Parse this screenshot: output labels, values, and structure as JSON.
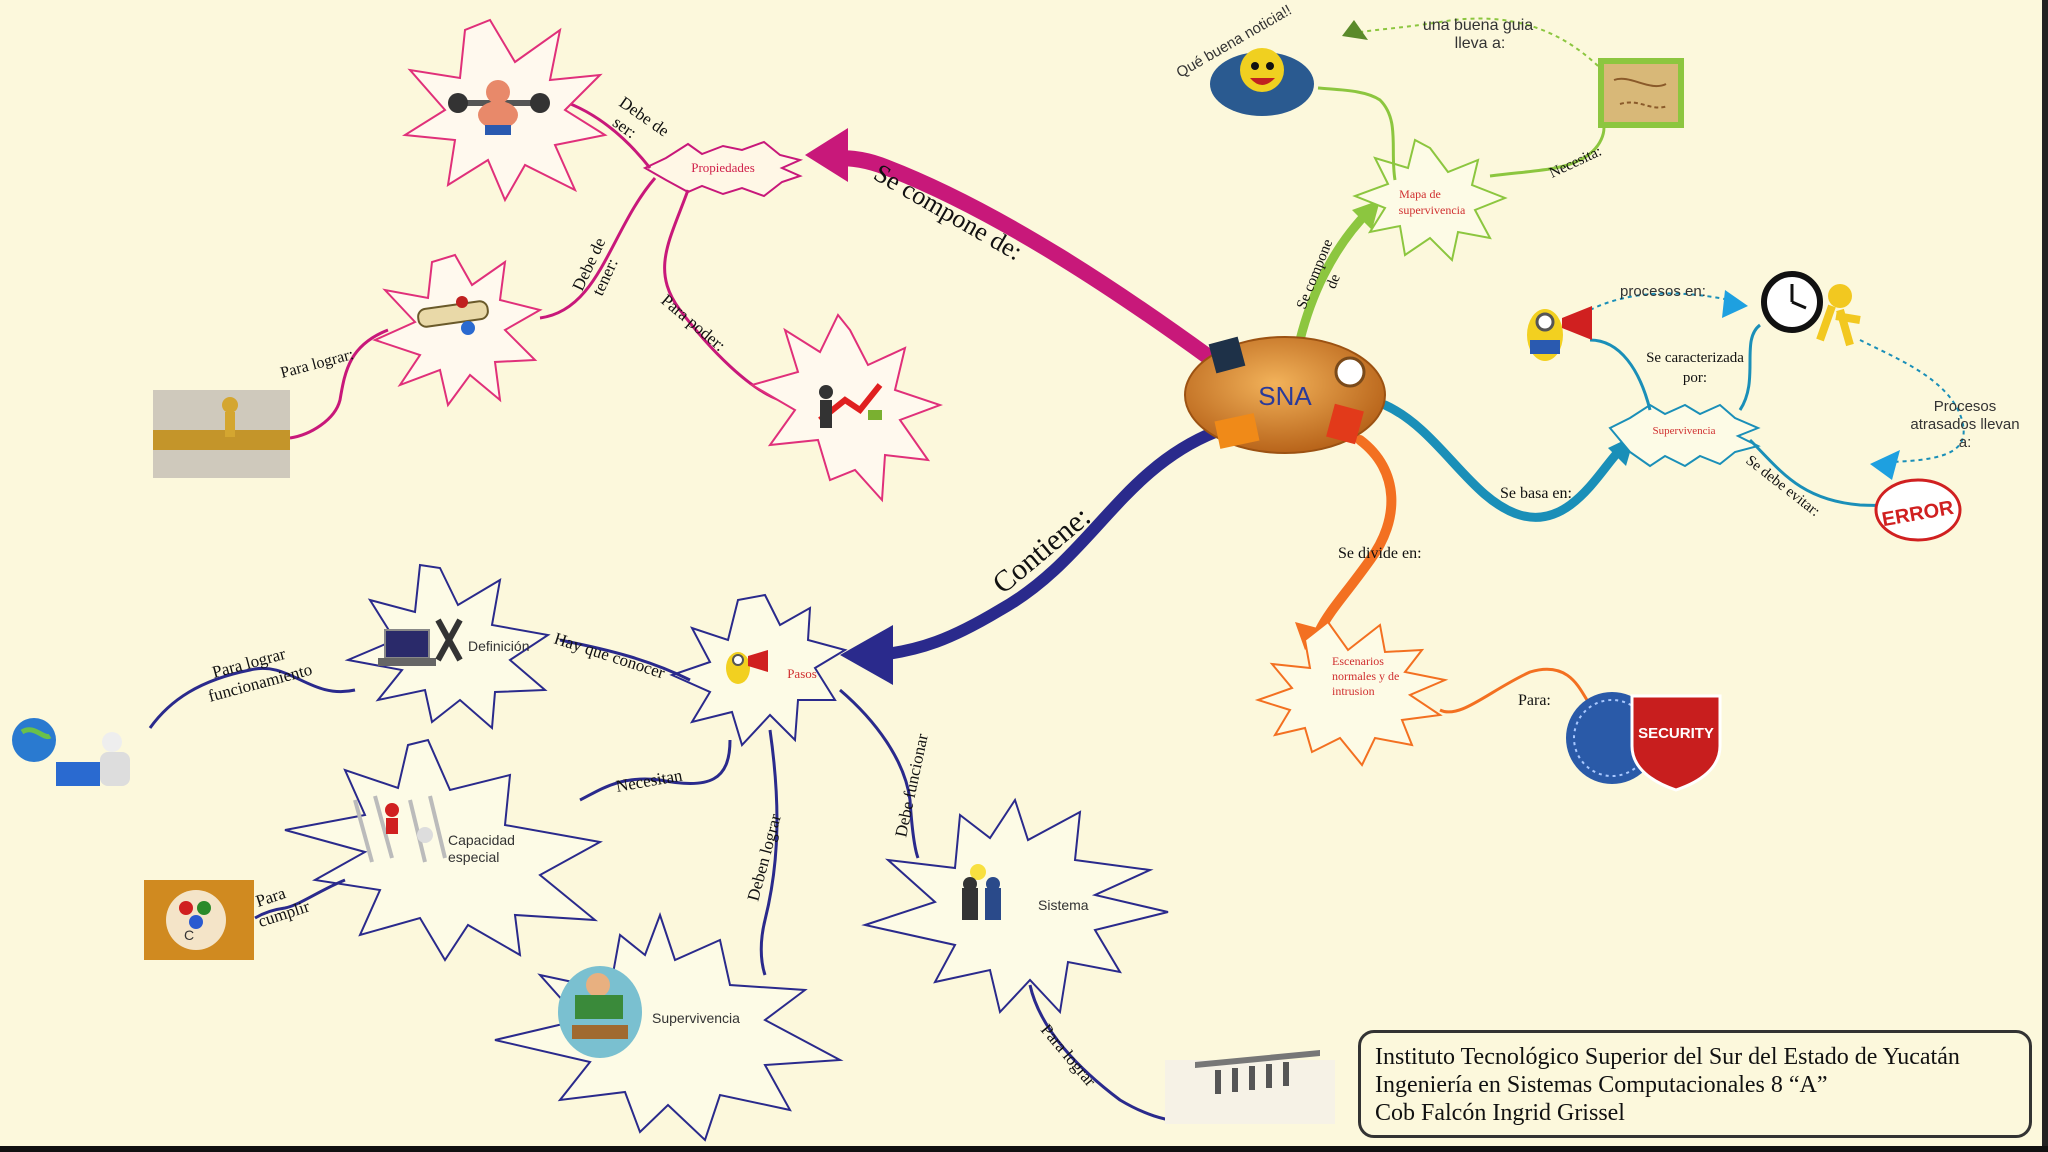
{
  "center": {
    "label": "SNA"
  },
  "branches": {
    "se_compone_de": "Se compone de:",
    "se_compone_de_green": [
      "Se compone",
      "de"
    ],
    "contiene": "Contiene:",
    "se_divide_en": "Se divide en:",
    "se_basa_en": "Se basa en:"
  },
  "nodes": {
    "propiedades": "Propiedades",
    "mapa_supervivencia": [
      "Mapa de",
      "supervivencia"
    ],
    "supervivencia_right": "Supervivencia",
    "escenarios": [
      "Escenarios",
      "normales y de",
      "intrusion"
    ],
    "pasos": "Pasos",
    "definicion": "Definición",
    "capacidad": [
      "Capacidad",
      "especial"
    ],
    "supervivencia_bottom": "Supervivencia",
    "sistema": "Sistema"
  },
  "links": {
    "debe_de_ser": [
      "Debe de",
      "ser:"
    ],
    "debe_de_tener": [
      "Debe de",
      "tener:"
    ],
    "para_poder": "Para poder:",
    "para_lograr_1": "Para lograr:",
    "buena_guia": [
      "una buena guia",
      "lleva a:"
    ],
    "necesita": "Necesita:",
    "buena_noticia": "Qué buena noticia!!",
    "procesos_en": "procesos en:",
    "se_caracterizada": [
      "Se caracterizada",
      "por:"
    ],
    "procesos_atrasados": [
      "Procesos",
      "atrasados llevan",
      "a:"
    ],
    "se_debe_evitar": "Se debe evitar:",
    "error": "ERROR",
    "para": "Para:",
    "security": "SECURITY",
    "hay_que_conocer": "Hay que conocer",
    "para_lograr_funcionamiento": [
      "Para lograr",
      "funcionamiento"
    ],
    "necesitan": "Necesitan",
    "para_cumplir": [
      "Para",
      "cumplir"
    ],
    "deben_lograr": "Deben lograr",
    "debe_funcionar": "Debe funcionar",
    "para_lograr_2": "Para lograr"
  },
  "credits": {
    "line1": "Instituto Tecnológico Superior del Sur del Estado de Yucatán",
    "line2": "Ingeniería en Sistemas Computacionales 8 “A”",
    "line3": "Cob Falcón Ingrid Grissel"
  },
  "colors": {
    "background": "#fcf8dc",
    "magenta": "#c8187a",
    "green": "#8cc63f",
    "teal": "#1a8fb8",
    "orange": "#f37021",
    "navy": "#2a2a8c",
    "center": "#d9832a"
  }
}
